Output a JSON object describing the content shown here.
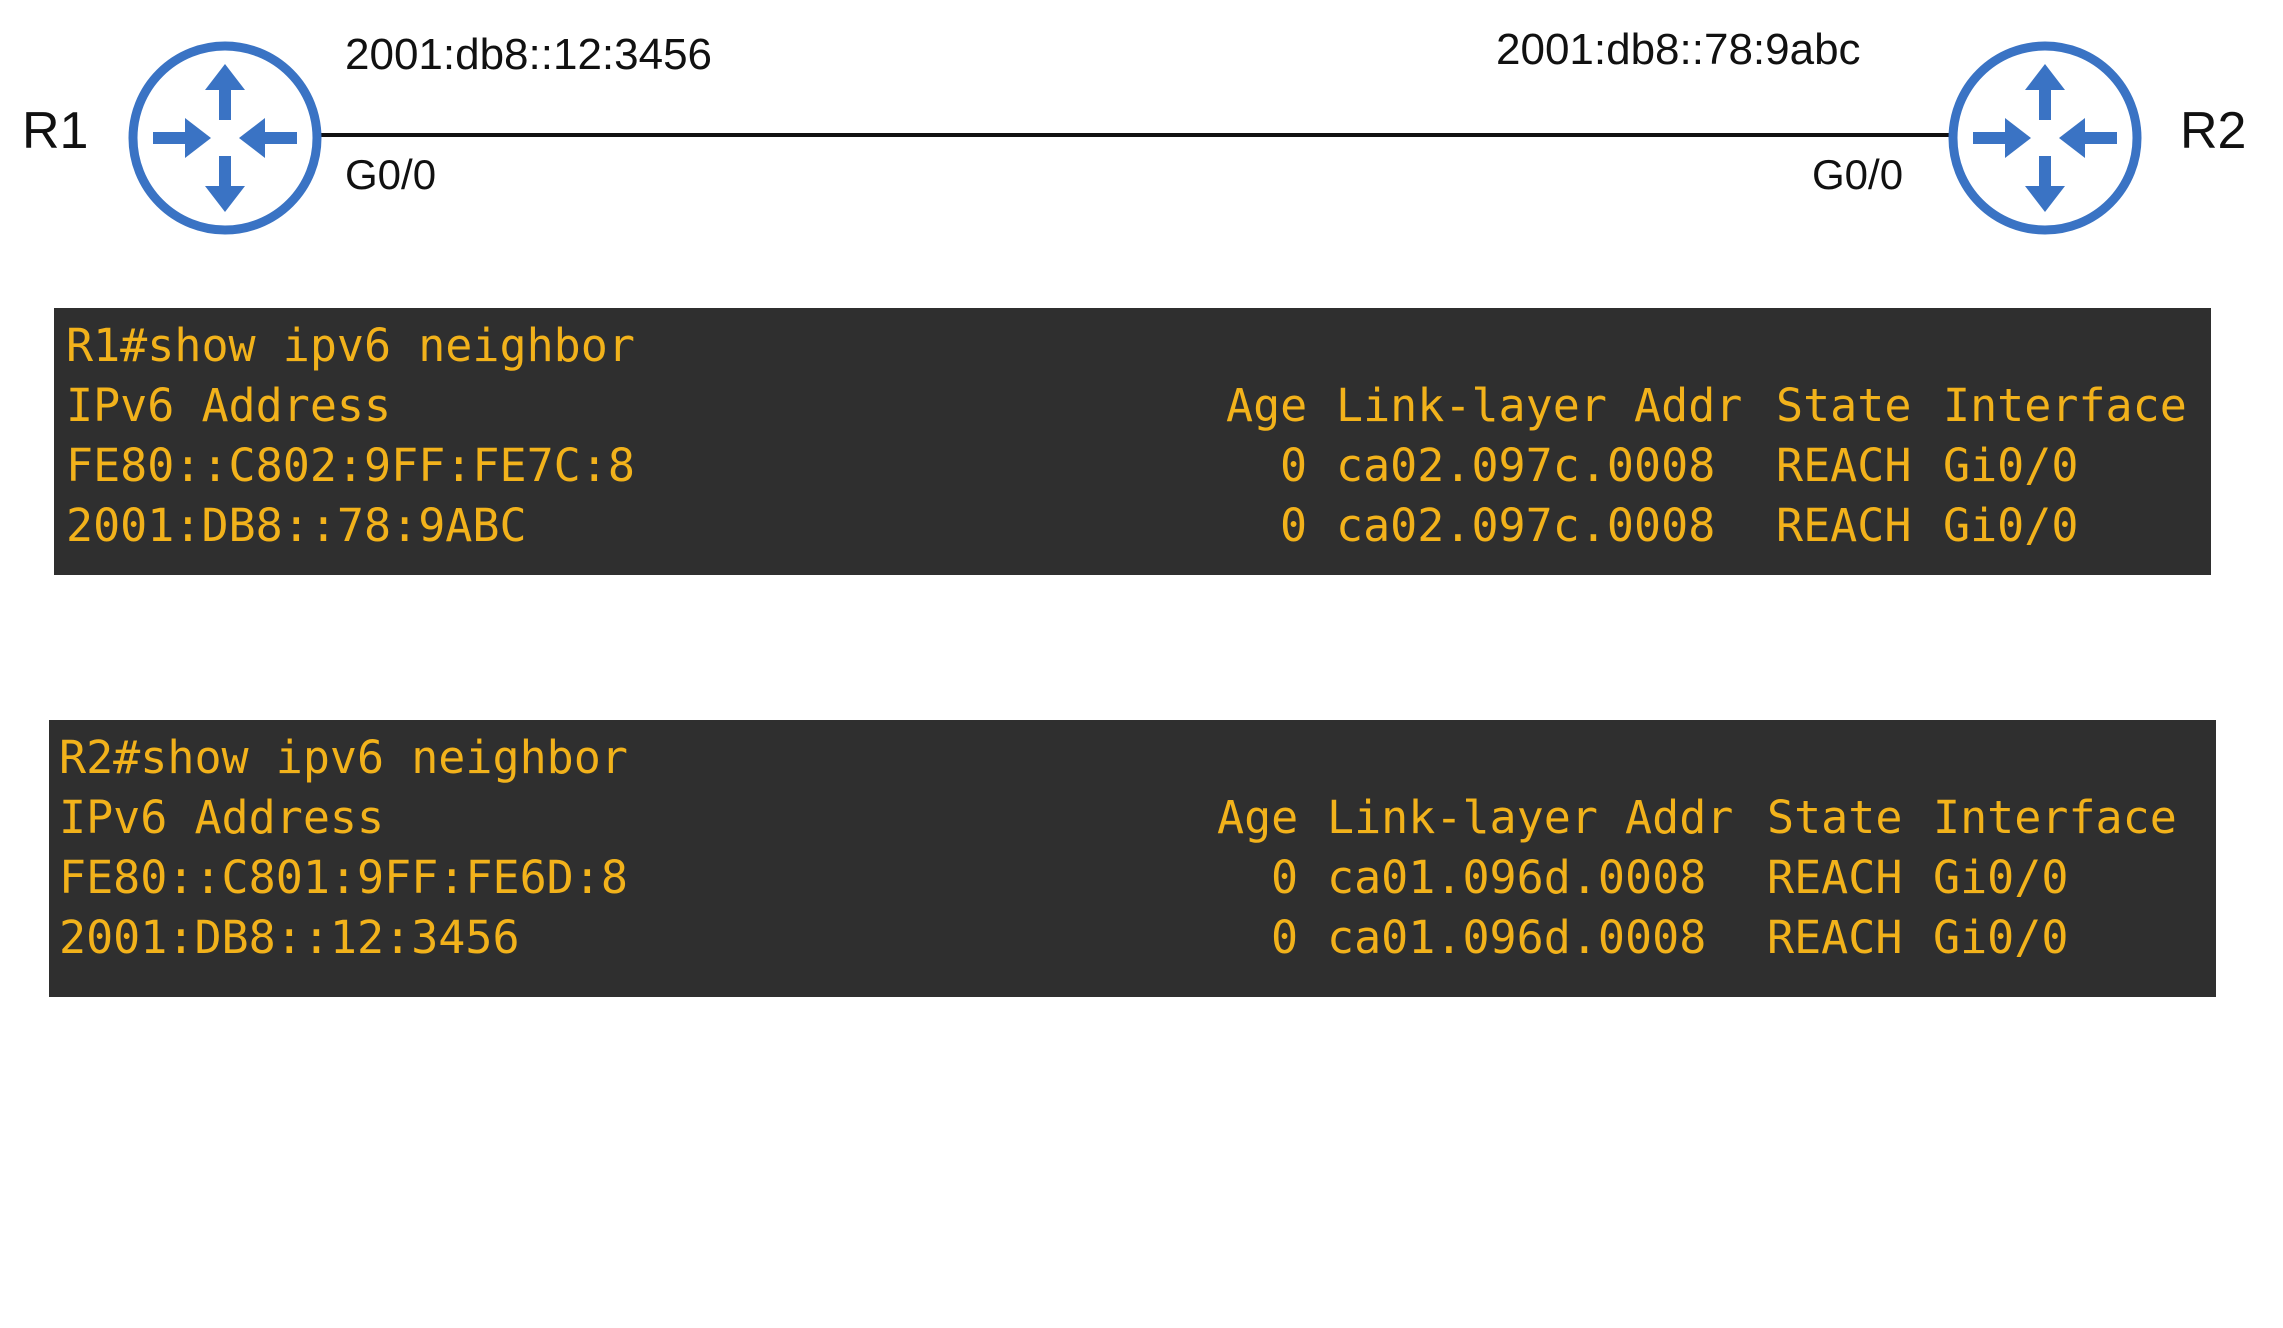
{
  "topology": {
    "r1": {
      "name": "R1",
      "ip": "2001:db8::12:3456",
      "interface": "G0/0",
      "icon": "router-icon"
    },
    "r2": {
      "name": "R2",
      "ip": "2001:db8::78:9abc",
      "interface": "G0/0",
      "icon": "router-icon"
    },
    "colors": {
      "router": "#3a73c4",
      "link": "#111111"
    }
  },
  "terminals": {
    "colors": {
      "background": "#2f2f2f",
      "text": "#f2b21b"
    },
    "r1": {
      "command": "R1#show ipv6 neighbor",
      "headers": {
        "address": "IPv6 Address",
        "age": "Age",
        "link_layer": "Link-layer Addr",
        "state": "State",
        "interface": "Interface"
      },
      "rows": [
        {
          "address": "FE80::C802:9FF:FE7C:8",
          "age": "0",
          "mac": "ca02.097c.0008",
          "state": "REACH",
          "interface": "Gi0/0"
        },
        {
          "address": "2001:DB8::78:9ABC",
          "age": "0",
          "mac": "ca02.097c.0008",
          "state": "REACH",
          "interface": "Gi0/0"
        }
      ]
    },
    "r2": {
      "command": "R2#show ipv6 neighbor",
      "headers": {
        "address": "IPv6 Address",
        "age": "Age",
        "link_layer": "Link-layer Addr",
        "state": "State",
        "interface": "Interface"
      },
      "rows": [
        {
          "address": "FE80::C801:9FF:FE6D:8",
          "age": "0",
          "mac": "ca01.096d.0008",
          "state": "REACH",
          "interface": "Gi0/0"
        },
        {
          "address": "2001:DB8::12:3456",
          "age": "0",
          "mac": "ca01.096d.0008",
          "state": "REACH",
          "interface": "Gi0/0"
        }
      ]
    }
  }
}
